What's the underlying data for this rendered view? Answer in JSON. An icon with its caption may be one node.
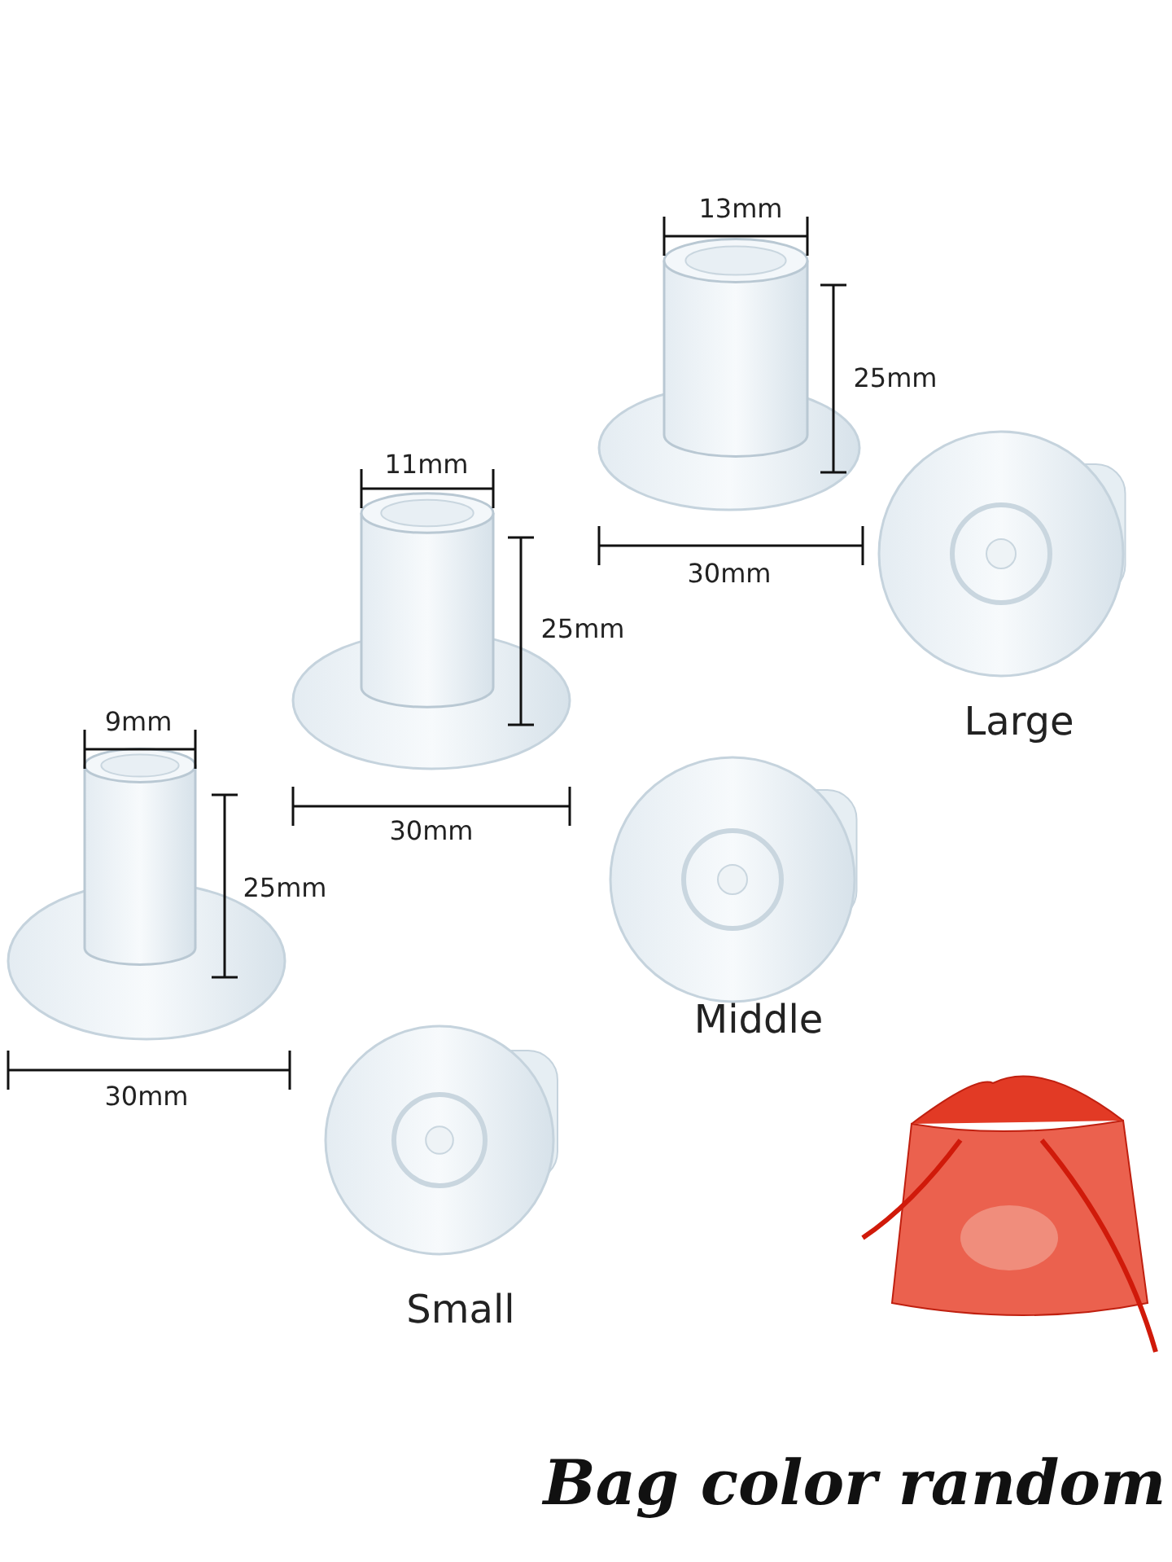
{
  "diagram": {
    "labels": [
      "13mm",
      "25mm",
      "30mm",
      "11mm",
      "25mm",
      "30mm",
      "Large",
      "9mm",
      "25mm",
      "30mm",
      "Middle",
      "Small",
      "Bag color random"
    ]
  }
}
